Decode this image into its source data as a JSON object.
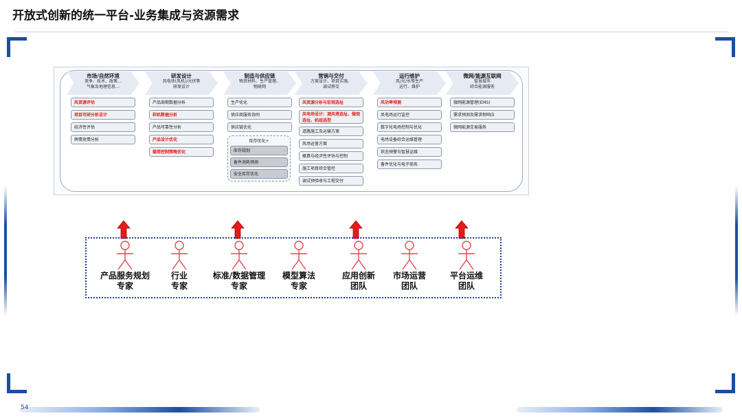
{
  "slide": {
    "title": "开放式创新的统一平台-业务集成与资源需求",
    "page_number": "54"
  },
  "columns": [
    {
      "heading": "市场/自然环境",
      "sub1": "竞争、技术、政策…",
      "sub2": "气象及地理信息…",
      "items": [
        {
          "label": "风资源评估",
          "red": true
        },
        {
          "label": "项目可研分析设计",
          "red": true
        },
        {
          "label": "经济性评估",
          "red": false
        },
        {
          "label": "舆情竞情分析",
          "red": false
        }
      ]
    },
    {
      "heading": "研发设计",
      "sub1": "风电场(风机)/光伏等",
      "sub2": "研发设计",
      "items": [
        {
          "label": "产品周期数据分析",
          "red": false
        },
        {
          "label": "样机数据分析",
          "red": true
        },
        {
          "label": "产品可靠性分析",
          "red": false
        },
        {
          "label": "产品设计优化",
          "red": true
        },
        {
          "label": "载荷控制策略优化",
          "red": true
        }
      ]
    },
    {
      "heading": "制造与供应链",
      "sub1": "物资材料、生产管理、",
      "sub2": "物联网",
      "items": [
        {
          "label": "生产优化",
          "red": false
        },
        {
          "label": "供应商服务协同",
          "red": false
        },
        {
          "label": "供应链优化",
          "red": false
        }
      ],
      "group": {
        "title": "库存优化+",
        "items": [
          "库存规划",
          "备件消耗预测",
          "安全库存优化"
        ]
      }
    },
    {
      "heading": "营销与交付",
      "sub1": "方案设计、项目实施、",
      "sub2": "调试移交",
      "items": [
        {
          "label": "风资源分析与宏观选址",
          "red": true
        },
        {
          "label": "风电场设计：测风塔选址、微观选址、机组选型",
          "red": true,
          "tall": true
        },
        {
          "label": "道路施工及运输方案",
          "red": false
        },
        {
          "label": "风场运营方案",
          "red": false
        },
        {
          "label": "概算与经济性评估与控制",
          "red": false
        },
        {
          "label": "施工项目综合管控",
          "red": false
        },
        {
          "label": "调试预验收与工程交付",
          "red": false
        }
      ]
    },
    {
      "heading": "运行维护",
      "sub1": "风/光/水等生产",
      "sub2": "运行、维护",
      "items": [
        {
          "label": "风功率预测",
          "red": true
        },
        {
          "label": "风电场运行监控",
          "red": false
        },
        {
          "label": "数字化电场控制与优化",
          "red": false
        },
        {
          "label": "电场设备综合运维管理",
          "red": false
        },
        {
          "label": "状态预警与智慧运维",
          "red": false
        },
        {
          "label": "备件优化与电子商务",
          "red": false
        }
      ]
    },
    {
      "heading": "微网/能源互联网",
      "sub1": "智慧城市",
      "sub2": "综合能源服务",
      "items": [
        {
          "label": "微网能源管理(EMS)",
          "red": false
        },
        {
          "label": "需求预测及需求侧响应",
          "red": false
        },
        {
          "label": "微网能源交易服务",
          "red": false
        }
      ]
    }
  ],
  "roles": [
    {
      "line1": "产品服务规划",
      "line2": "专家"
    },
    {
      "line1": "行业",
      "line2": "专家"
    },
    {
      "line1": "标准/数据管理",
      "line2": "专家"
    },
    {
      "line1": "模型算法",
      "line2": "专家"
    },
    {
      "line1": "应用创新",
      "line2": "团队"
    },
    {
      "line1": "市场运营",
      "line2": "团队"
    },
    {
      "line1": "平台运维",
      "line2": "团队"
    }
  ],
  "colors": {
    "arrow": "#e41b1b",
    "person": "#e0484f",
    "accent": "#1a4fa0",
    "highlight_text": "#e0201a"
  },
  "icons": {
    "arrow": "up-arrow-icon",
    "person": "stick-figure-icon"
  }
}
